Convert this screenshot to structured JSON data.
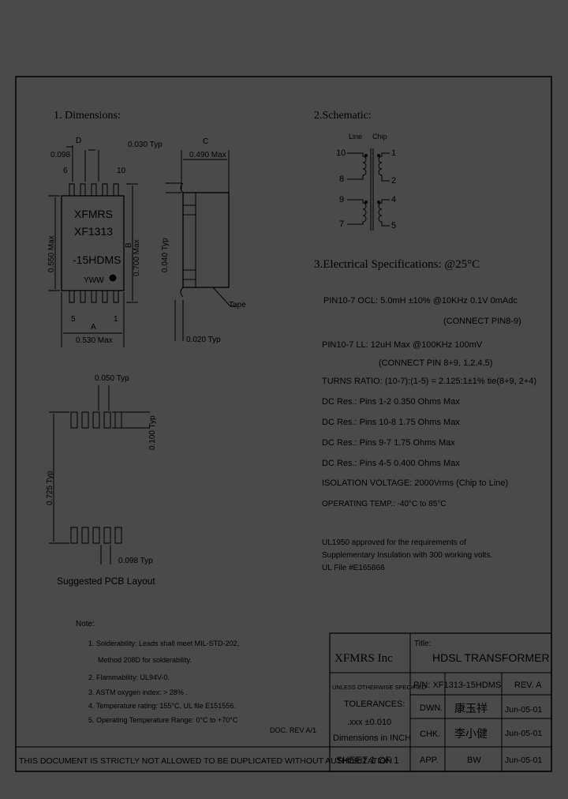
{
  "sections": {
    "dimensions_title": "1. Dimensions:",
    "schematic_title": "2.Schematic:",
    "electrical_title": "3.Electrical Specifications: @25°C"
  },
  "dimensions": {
    "label_d": "D",
    "label_c": "C",
    "label_a": "A",
    "label_b": "B",
    "d_value": "0.098",
    "typ_030": "0.030 Typ",
    "max_490": "0.490 Max",
    "pin_6": "6",
    "pin_10": "10",
    "pin_5": "5",
    "pin_1": "1",
    "marking_1": "XFMRS",
    "marking_2": "XF1313",
    "marking_3": "-15HDMS",
    "marking_4": "YWW",
    "max_550": "0.550 Max",
    "max_700": "0.700 Max",
    "typ_040": "0.040 Typ",
    "max_530": "0.530 Max",
    "typ_020": "0.020 Typ",
    "tape_label": "Tape"
  },
  "pcb": {
    "typ_050": "0.050 Typ",
    "typ_100": "0.100 Typ",
    "typ_725": "0.725 Typ",
    "typ_098": "0.098 Typ",
    "caption": "Suggested PCB Layout"
  },
  "schematic": {
    "line_label": "Line",
    "chip_label": "Chip",
    "pins_left": [
      "10",
      "8",
      "9",
      "7"
    ],
    "pins_right": [
      "1",
      "2",
      "4",
      "5"
    ]
  },
  "electrical": {
    "specs": [
      "PIN10-7 OCL: 5.0mH ±10% @10KHz 0.1V 0mAdc",
      "(CONNECT PIN8-9)",
      "PIN10-7 LL: 12uH Max @100KHz 100mV",
      "(CONNECT PIN 8+9, 1,2,4,5)",
      "TURNS RATIO: (10-7):(1-5) = 2.125:1±1% tie(8+9, 2+4)",
      "DC Res.: Pins 1-2 0.350 Ohms Max",
      "DC Res.: Pins 10-8 1.75 Ohms Max",
      "DC Res.: Pins 9-7 1.75 Ohms Max",
      "DC Res.: Pins 4-5 0.400 Ohms Max",
      "ISOLATION VOLTAGE: 2000Vrms (Chip to Line)",
      "OPERATING TEMP.: -40°C to 85°C"
    ],
    "ul_notes": [
      "UL1950 approved for the requirements of",
      "Supplementary Insulation with 300 working volts.",
      "UL File #E165866"
    ]
  },
  "notes": {
    "title": "Note:",
    "items": [
      "1. Solderability: Leads shall meet MIL-STD-202,",
      "Method 208D for solderability.",
      "2. Flammability: UL94V-0.",
      "3. ASTM oxygen index: > 28% .",
      "4. Temperature rating: 155°C, UL file E151556.",
      "5. Operating Temperature Range: 0°C to +70°C"
    ],
    "doc_rev": "DOC. REV A/1"
  },
  "title_block": {
    "company": "XFMRS Inc",
    "title_label": "Title:",
    "title": "HDSL TRANSFORMER",
    "unless": "UNLESS OTHERWISE SPECIFIED",
    "tolerances": "TOLERANCES:",
    "tol_value": ".xxx ±0.010",
    "dimensions_in": "Dimensions in INCH",
    "pn": "P/N: XF1313-15HDMS",
    "rev": "REV. A",
    "dwn": "DWN.",
    "chk": "CHK.",
    "app": "APP.",
    "dwn_sig": "康玉祥",
    "chk_sig": "李小健",
    "app_sig": "BW",
    "dwn_date": "Jun-05-01",
    "chk_date": "Jun-05-01",
    "app_date": "Jun-05-01",
    "sheet": "SHEET 1 OF 1",
    "footer": "THIS DOCUMENT IS STRICTLY NOT ALLOWED TO BE DUPLICATED WITHOUT AUTHORIZATION"
  }
}
